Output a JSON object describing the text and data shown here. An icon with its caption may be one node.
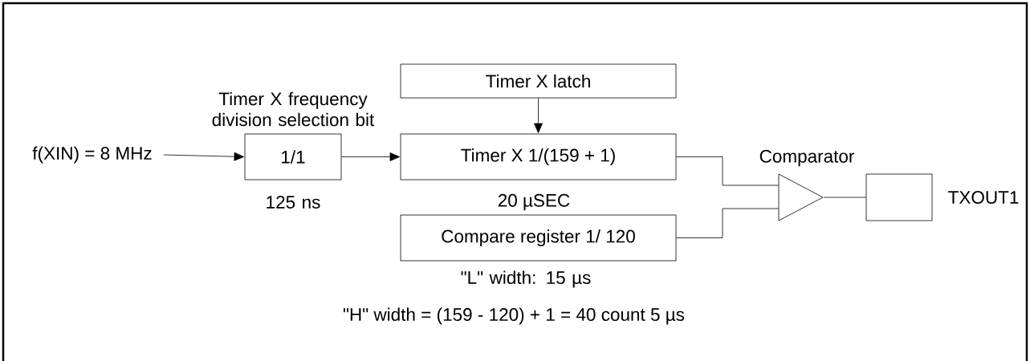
{
  "diagram": {
    "nodes": [
      {
        "text": [
          "f(XIN) = 8 MHz"
        ]
      },
      {
        "text": [
          "1/1"
        ],
        "beside": [
          "Timer X frequency division selection bit",
          "125 ns"
        ]
      },
      {
        "text": [
          "Timer X latch"
        ]
      },
      {
        "text": [
          "Timer X 1/(159 + 1)"
        ]
      },
      {
        "text": [
          "Compare register 1/ 120"
        ],
        "beside": [
          "\"L\" width: 15 µs"
        ]
      },
      {
        "text": [
          "Comparator"
        ]
      },
      {
        "text": [],
        "shape": "box",
        "beside": [
          "TXOUT1"
        ]
      }
    ],
    "edges": [
      {
        "from": 0,
        "to": 1,
        "arrow": "to"
      },
      {
        "from": 1,
        "to": 3,
        "arrow": "to"
      },
      {
        "from": 2,
        "to": 3,
        "arrow": "to"
      },
      {
        "from": 3,
        "to": 5,
        "arrow": "none"
      },
      {
        "from": 4,
        "to": 5,
        "arrow": "none"
      },
      {
        "from": 5,
        "to": 6,
        "arrow": "none"
      }
    ],
    "labels": [
      "20 µSEC",
      "\"H\" width = (159 - 120) + 1 = 40 count 5 µs"
    ]
  }
}
